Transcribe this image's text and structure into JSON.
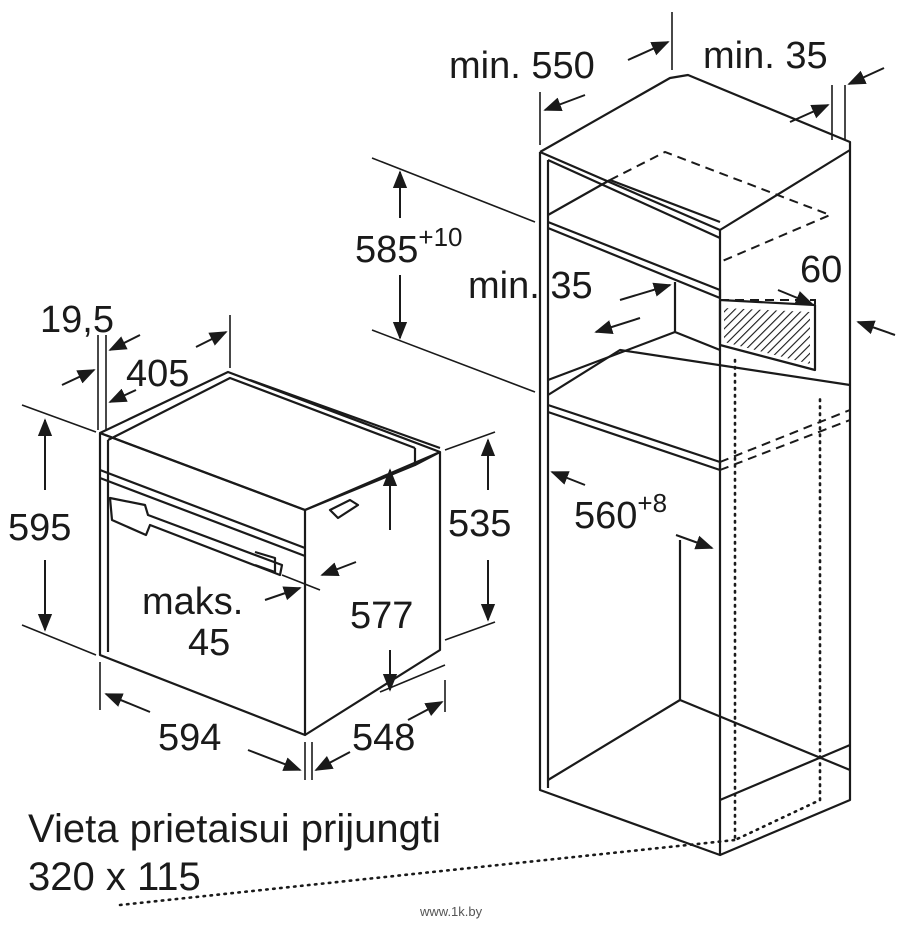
{
  "dimensions": {
    "cabinet_depth": "min. 550",
    "gap_right": "min. 35",
    "niche_height_base": "585",
    "niche_height_tolerance": "+10",
    "gap_inner": "min. 35",
    "vent_height": "60",
    "niche_width_base": "560",
    "niche_width_tolerance": "+8",
    "front_thickness": "19,5",
    "handle_depth": "405",
    "oven_height": "595",
    "oven_body_height": "535",
    "handle_projection_label": "maks.",
    "handle_projection_value": "45",
    "oven_inner_height": "577",
    "oven_width": "594",
    "oven_depth": "548"
  },
  "note": {
    "line1": "Vieta prietaisui prijungti",
    "line2": "320 x 115"
  },
  "watermark": "www.1k.by",
  "colors": {
    "line": "#1a1a1a",
    "background": "#ffffff",
    "hatch": "#1a1a1a"
  }
}
